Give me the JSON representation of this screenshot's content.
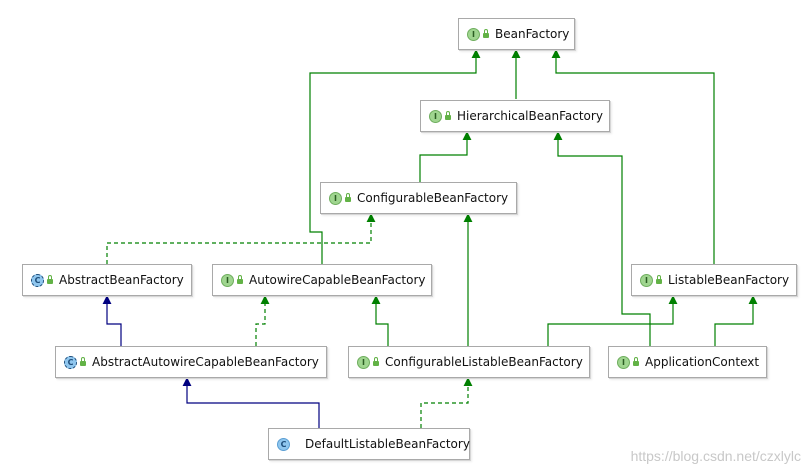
{
  "diagram": {
    "nodes": [
      {
        "id": "bean-factory",
        "label": "BeanFactory",
        "kind": "interface",
        "badge": "I"
      },
      {
        "id": "hierarchical-bean-factory",
        "label": "HierarchicalBeanFactory",
        "kind": "interface",
        "badge": "I"
      },
      {
        "id": "configurable-bean-factory",
        "label": "ConfigurableBeanFactory",
        "kind": "interface",
        "badge": "I"
      },
      {
        "id": "abstract-bean-factory",
        "label": "AbstractBeanFactory",
        "kind": "abstract-class",
        "badge": "C"
      },
      {
        "id": "autowire-capable-bean-factory",
        "label": "AutowireCapableBeanFactory",
        "kind": "interface",
        "badge": "I"
      },
      {
        "id": "listable-bean-factory",
        "label": "ListableBeanFactory",
        "kind": "interface",
        "badge": "I"
      },
      {
        "id": "abstract-autowire-capable-bean-factory",
        "label": "AbstractAutowireCapableBeanFactory",
        "kind": "abstract-class",
        "badge": "C"
      },
      {
        "id": "configurable-listable-bean-factory",
        "label": "ConfigurableListableBeanFactory",
        "kind": "interface",
        "badge": "I"
      },
      {
        "id": "application-context",
        "label": "ApplicationContext",
        "kind": "interface",
        "badge": "I"
      },
      {
        "id": "default-listable-bean-factory",
        "label": "DefaultListableBeanFactory",
        "kind": "class",
        "badge": "C"
      }
    ],
    "edges": [
      {
        "from": "hierarchical-bean-factory",
        "to": "bean-factory",
        "type": "extends"
      },
      {
        "from": "autowire-capable-bean-factory",
        "to": "bean-factory",
        "type": "extends"
      },
      {
        "from": "listable-bean-factory",
        "to": "bean-factory",
        "type": "extends"
      },
      {
        "from": "configurable-bean-factory",
        "to": "hierarchical-bean-factory",
        "type": "extends"
      },
      {
        "from": "application-context",
        "to": "hierarchical-bean-factory",
        "type": "extends"
      },
      {
        "from": "abstract-bean-factory",
        "to": "configurable-bean-factory",
        "type": "implements"
      },
      {
        "from": "configurable-listable-bean-factory",
        "to": "configurable-bean-factory",
        "type": "extends"
      },
      {
        "from": "abstract-autowire-capable-bean-factory",
        "to": "abstract-bean-factory",
        "type": "class-extends"
      },
      {
        "from": "abstract-autowire-capable-bean-factory",
        "to": "autowire-capable-bean-factory",
        "type": "implements"
      },
      {
        "from": "configurable-listable-bean-factory",
        "to": "autowire-capable-bean-factory",
        "type": "extends"
      },
      {
        "from": "configurable-listable-bean-factory",
        "to": "listable-bean-factory",
        "type": "extends"
      },
      {
        "from": "application-context",
        "to": "listable-bean-factory",
        "type": "extends"
      },
      {
        "from": "default-listable-bean-factory",
        "to": "abstract-autowire-capable-bean-factory",
        "type": "class-extends"
      },
      {
        "from": "default-listable-bean-factory",
        "to": "configurable-listable-bean-factory",
        "type": "implements"
      }
    ],
    "colors": {
      "interface_inheritance": "#008000",
      "class_inheritance": "#000080",
      "node_border": "#a9a9a9"
    },
    "icons": {
      "interface": "interface-badge-icon",
      "class": "class-badge-icon",
      "abstract-class": "abstract-class-badge-icon",
      "visibility": "public-lock-icon"
    }
  },
  "watermark": "https://blog.csdn.net/czxlylc"
}
